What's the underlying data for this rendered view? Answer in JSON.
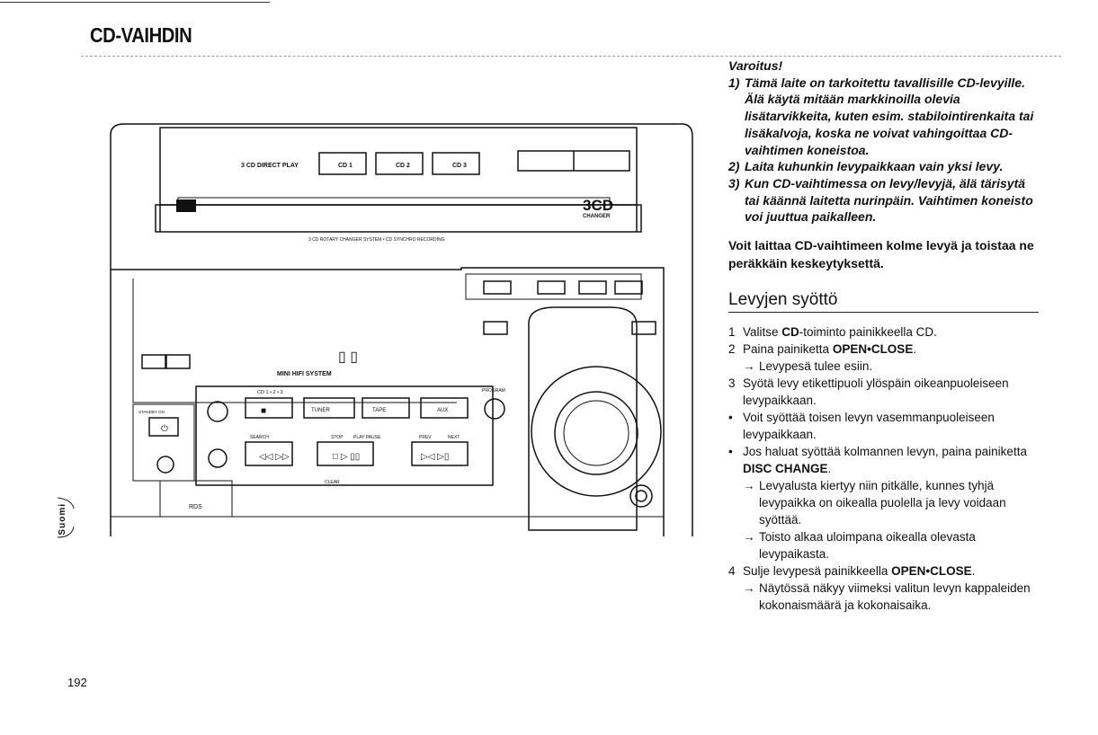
{
  "page": {
    "title": "CD-VAIHDIN",
    "page_number": "192",
    "side_tab": "Suomi"
  },
  "warning": {
    "heading": "Varoitus!",
    "items": [
      {
        "num": "1)",
        "text": "Tämä laite on tarkoitettu tavallisille CD-levyille. Älä käytä mitään markkinoilla olevia lisätarvikkeita, kuten esim. stabilointirenkaita tai lisäkalvoja, koska ne voivat vahingoittaa CD-vaihtimen koneistoa."
      },
      {
        "num": "2)",
        "text": "Laita kuhunkin levypaikkaan vain yksi levy."
      },
      {
        "num": "3)",
        "text": "Kun CD-vaihtimessa on levy/levyjä, älä tärisytä tai käännä laitetta nurinpäin. Vaihtimen koneisto voi juuttua paikalleen."
      }
    ]
  },
  "intro": "Voit laittaa CD-vaihtimeen kolme levyä ja toistaa ne peräkkäin keskeytyksettä.",
  "section_title": "Levyjen syöttö",
  "steps": {
    "s1": {
      "num": "1",
      "pre": "Valitse ",
      "bold": "CD",
      "post": "-toiminto painikkeella CD."
    },
    "s2": {
      "num": "2",
      "pre": "Paina painiketta ",
      "bold": "OPEN•CLOSE",
      "post": "."
    },
    "s2a": "Levypesä tulee esiin.",
    "s3": {
      "num": "3",
      "text": "Syötä levy etikettipuoli ylöspäin oikeanpuoleiseen levypaikkaan."
    },
    "b1": "Voit syöttää toisen levyn vasemmanpuoleiseen levypaikkaan.",
    "b2": {
      "pre": "Jos haluat syöttää kolmannen levyn, paina painiketta ",
      "bold": "DISC CHANGE",
      "post": "."
    },
    "b2a": "Levyalusta kiertyy niin pitkälle, kunnes tyhjä levypaikka on oikealla puolella ja levy voidaan syöttää.",
    "b2b": "Toisto alkaa uloimpana oikealla olevasta levypaikasta.",
    "s4": {
      "num": "4",
      "pre": "Sulje levypesä painikkeella ",
      "bold": "OPEN•CLOSE",
      "post": "."
    },
    "s4a": "Näytössä näkyy viimeksi valitun levyn kappaleiden kokonaismäärä ja kokonaisaika."
  },
  "device": {
    "direct_play": "3 CD DIRECT PLAY",
    "cd1": "CD 1",
    "cd2": "CD 2",
    "cd3": "CD 3",
    "logo_main": "3CD",
    "logo_sub": "CHANGER",
    "system_line": "3 CD ROTARY CHANGER SYSTEM • CD SYNCHRO RECORDING",
    "mini_hifi": "MINI HIFI SYSTEM",
    "cd123": "CD 1 • 2 • 3",
    "tuner": "TUNER",
    "tape": "TAPE",
    "aux": "AUX",
    "program": "PROGRAM",
    "search": "SEARCH",
    "stop": "STOP",
    "play_pause": "PLAY PAUSE",
    "prev": "PREV",
    "next": "NEXT",
    "clear": "CLEAR",
    "standby": "STANDBY ON",
    "rds": "RDS"
  }
}
